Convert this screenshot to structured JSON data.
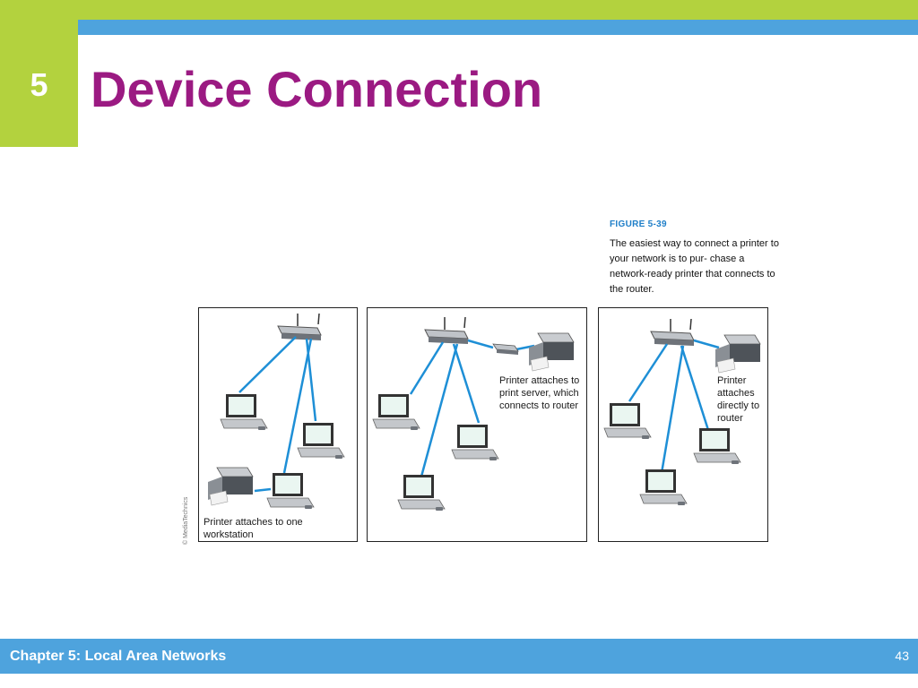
{
  "slide": {
    "chapter_number": "5",
    "title": "Device Connection"
  },
  "figure": {
    "label": "FIGURE 5-39",
    "caption": "The easiest way to connect a printer to your network is to pur- chase a network-ready printer that connects to the router.",
    "credit": "© MediaTechnics",
    "panels": [
      {
        "note": "Printer attaches to one workstation"
      },
      {
        "note": "Printer attaches to print server, which connects to router"
      },
      {
        "note": "Printer attaches directly to router"
      }
    ]
  },
  "footer": {
    "chapter_title": "Chapter 5: Local Area Networks",
    "page_number": "43"
  },
  "colors": {
    "accent_green": "#b3d23e",
    "accent_blue": "#4ea3dd",
    "title_purple": "#9b1a82",
    "cable_blue": "#1e8fd6"
  }
}
